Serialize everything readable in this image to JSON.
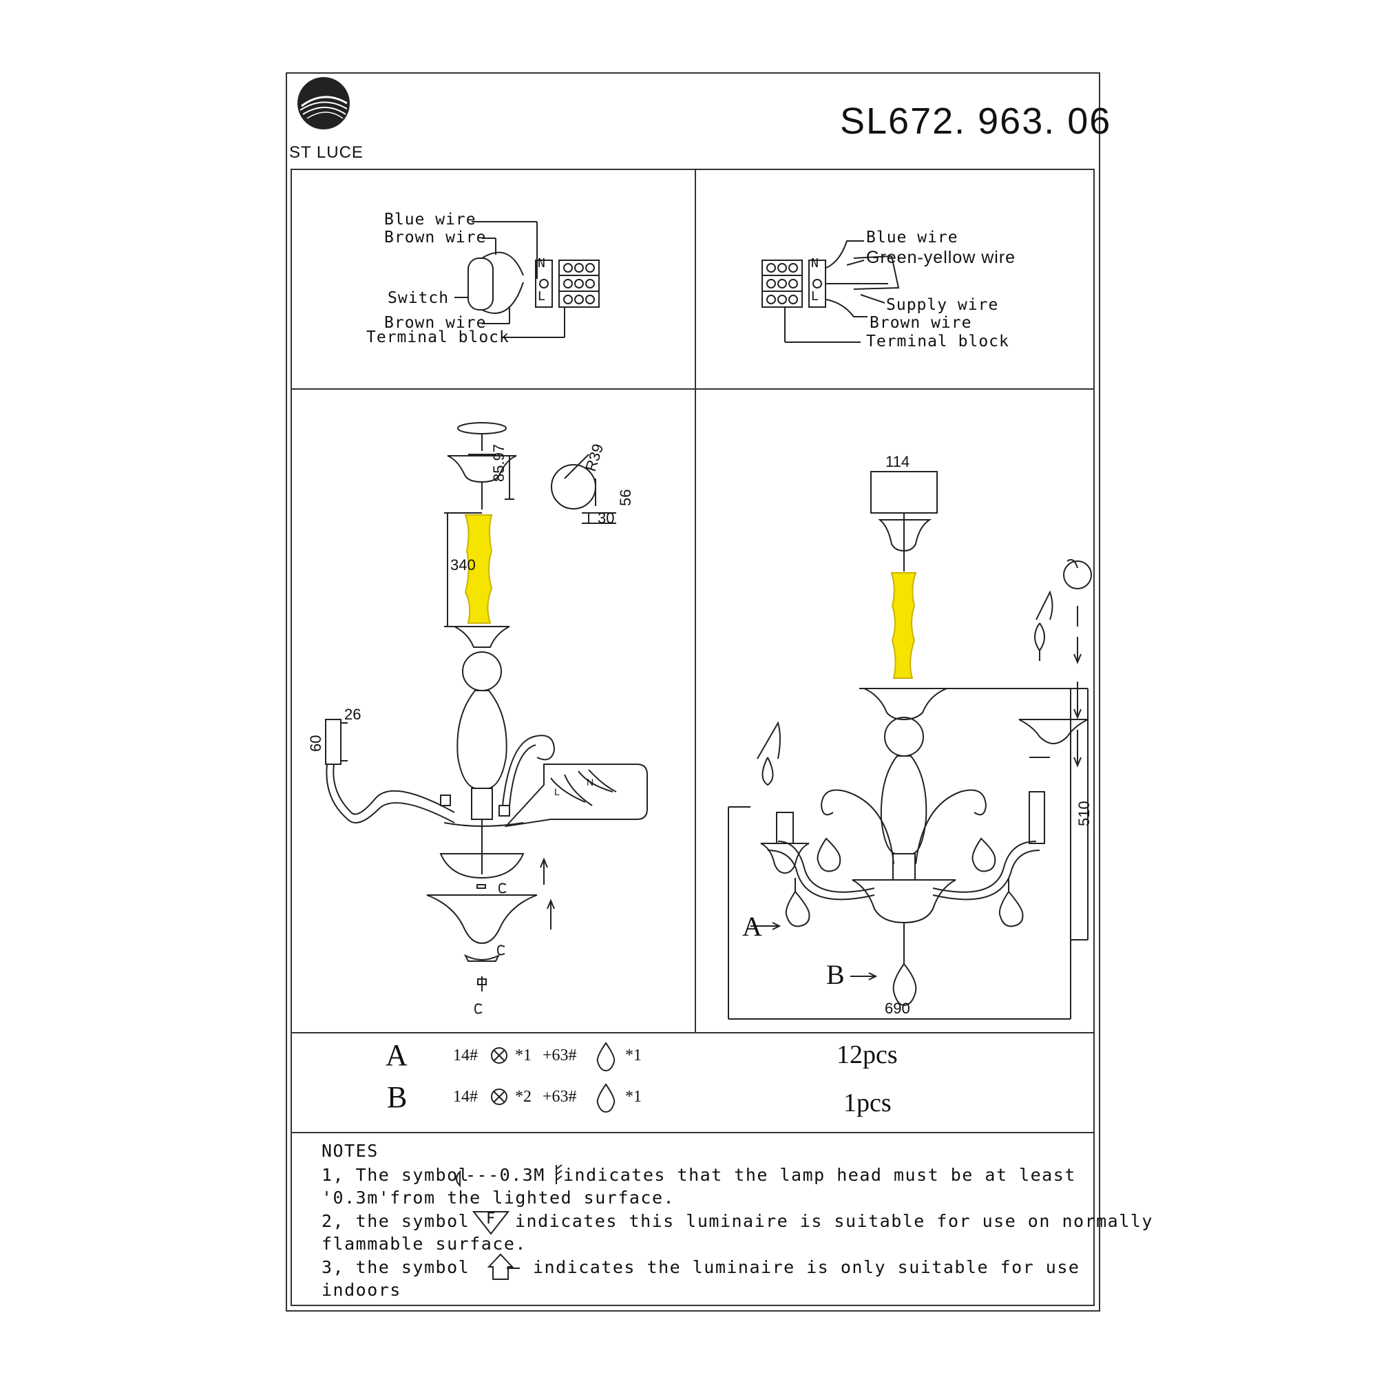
{
  "brand": {
    "name": "ST LUCE"
  },
  "model": "SL672. 963. 06",
  "wiring_left": {
    "blue_wire": "Blue wire",
    "brown_wire_top": "Brown wire",
    "switch": "Switch",
    "brown_wire_bottom": "Brown wire",
    "terminal_block": "Terminal block",
    "n": "N",
    "l": "L"
  },
  "wiring_right": {
    "blue_wire": "Blue wire",
    "green_yellow_wire": "Green-yellow wire",
    "supply_wire": "Supply wire",
    "brown_wire": "Brown wire",
    "terminal_block": "Terminal block",
    "n": "N",
    "l": "L"
  },
  "dimensions_left": {
    "canopy_height": "85.97",
    "rod_length": "340",
    "radius": "R39",
    "plate_height": "56",
    "plate_width": "30",
    "arm_width": "26",
    "arm_height": "60",
    "n": "N",
    "l": "L"
  },
  "dimensions_right": {
    "canopy_width": "114",
    "height": "510",
    "width": "690",
    "label_a": "A",
    "label_b": "B"
  },
  "parts": [
    {
      "label": "A",
      "size1": "14#",
      "qty1": "*1",
      "size2": "+63#",
      "qty2": "*1",
      "pcs": "12pcs"
    },
    {
      "label": "B",
      "size1": "14#",
      "qty1": "*2",
      "size2": "+63#",
      "qty2": "*1",
      "pcs": "1pcs"
    }
  ],
  "notes": {
    "heading": "NOTES",
    "n1_a": "1, The symbol",
    "n1_sym": "---0.3M",
    "n1_b": "indicates that the lamp head must be at least",
    "n1_c": "'0.3m'from the lighted surface.",
    "n2_a": "2, the symbol",
    "n2_sym": "F",
    "n2_b": "indicates  this luminaire is suitable for use on normally",
    "n2_c": "flammable surface.",
    "n3_a": "3, the symbol",
    "n3_b": "indicates the luminaire is only suitable for use",
    "n3_c": "indoors"
  },
  "colors": {
    "line": "#222222",
    "rod_highlight": "#f5e400",
    "background": "#ffffff"
  }
}
